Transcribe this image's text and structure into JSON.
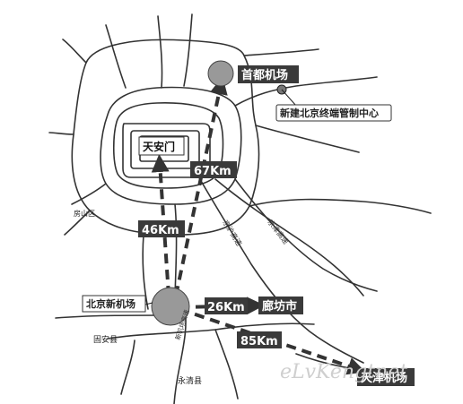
{
  "labels": {
    "capital_airport": "首都机场",
    "terminal_center": "新建北京终端管制中心",
    "tiananmen": "天安门",
    "new_airport": "北京新机场",
    "langfang": "廊坊市",
    "tianjin_airport": "天津机场",
    "fangshan": "房山区",
    "gu_an": "固安县",
    "yongqing": "永清县"
  },
  "distances": {
    "to_capital": "67Km",
    "to_tiananmen": "46Km",
    "to_langfang": "26Km",
    "to_tianjin": "85Km"
  },
  "roads": {
    "jinghu": "京沪高速",
    "jingjin": "京津高速",
    "new_airport_road": "新机场高速"
  },
  "watermark": "eLvKengtnet",
  "colors": {
    "road": "#333333",
    "route_dashed": "#333333",
    "label_box": "#3a3a3a",
    "airport_dot": "#999999"
  }
}
